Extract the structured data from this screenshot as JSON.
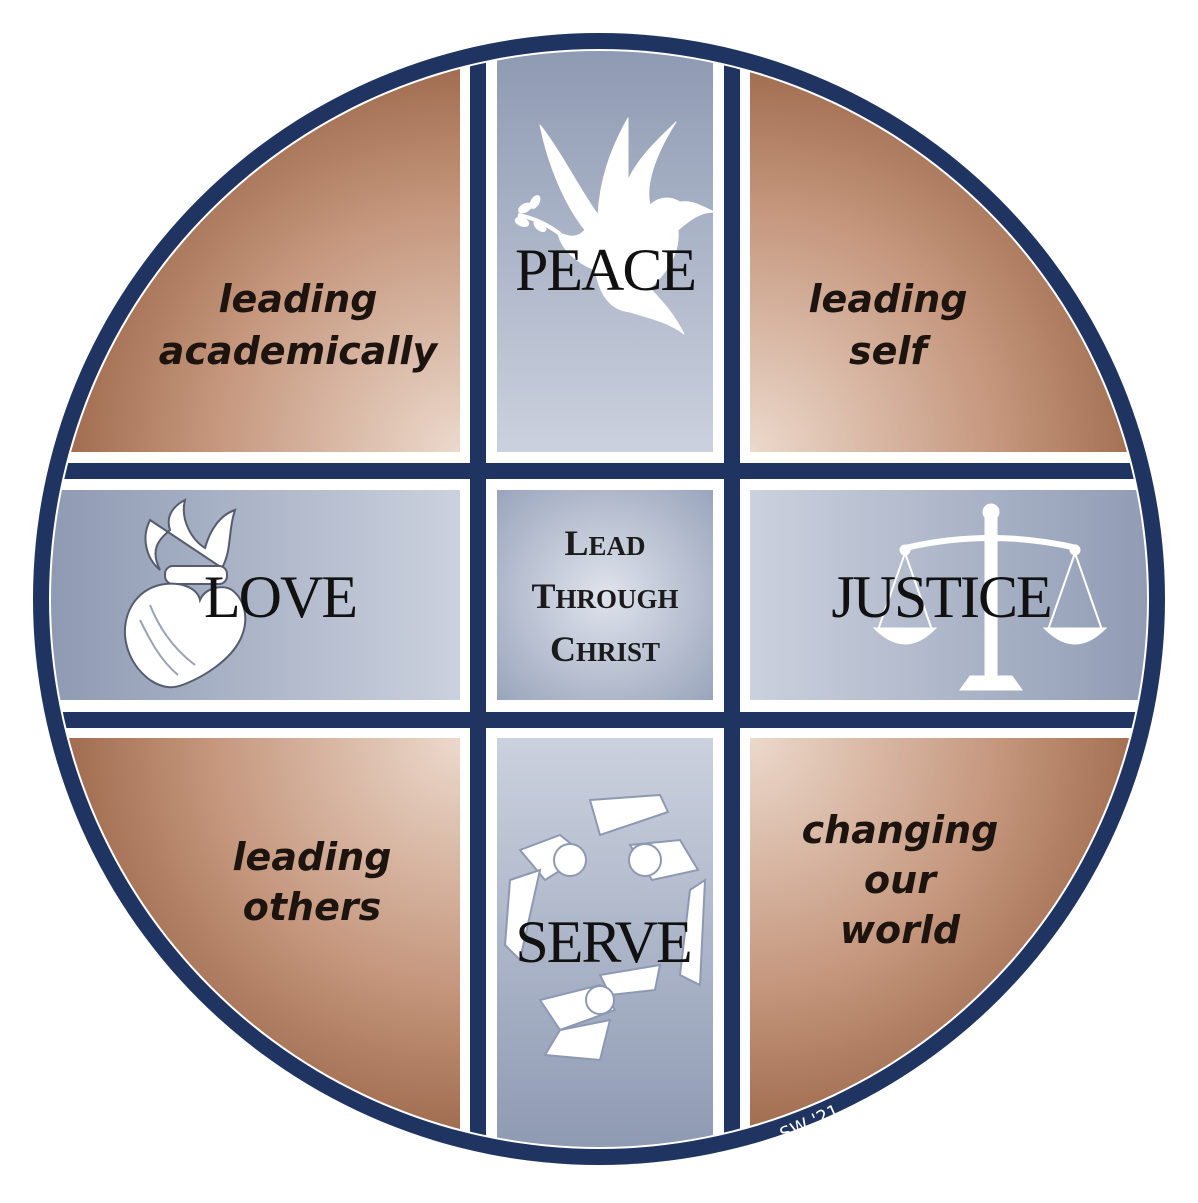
{
  "center": {
    "line1": "Lead",
    "line2": "Through",
    "line3": "Christ"
  },
  "virtues": {
    "peace": "PEACE",
    "love": "LOVE",
    "justice": "JUSTICE",
    "serve": "SERVE"
  },
  "quadrants": {
    "top_left": [
      "leading",
      "academically"
    ],
    "top_right": [
      "leading",
      "self"
    ],
    "bottom_left": [
      "leading",
      "others"
    ],
    "bottom_right": [
      "changing",
      "our",
      "world"
    ]
  },
  "signature": "SW '21",
  "colors": {
    "ring": "#1f3461",
    "copper_dark": "#955e3e",
    "copper_light": "#e9d3c4",
    "slate_dark": "#8a96af",
    "slate_light": "#d2d7e3"
  },
  "icons": {
    "peace": "dove-icon",
    "love": "sacred-heart-icon",
    "justice": "scales-icon",
    "serve": "joined-hands-icon"
  }
}
